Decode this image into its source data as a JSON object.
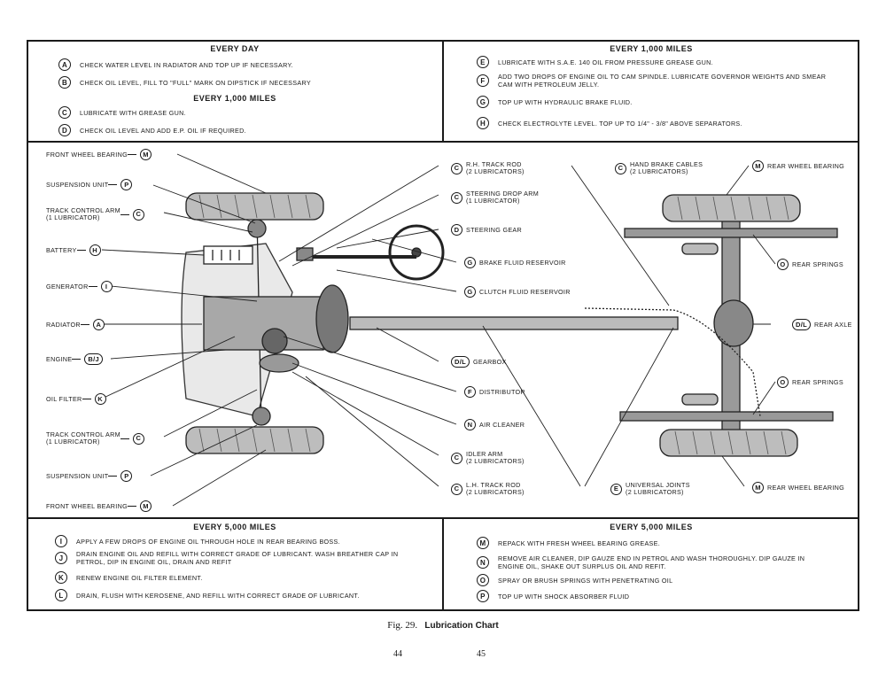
{
  "top_left": {
    "title1": "EVERY DAY",
    "items1": [
      {
        "letter": "A",
        "text": "CHECK WATER LEVEL IN RADIATOR AND TOP UP IF NECESSARY."
      },
      {
        "letter": "B",
        "text": "CHECK OIL LEVEL, FILL TO \"FULL\" MARK ON DIPSTICK  IF NECESSARY"
      }
    ],
    "title2": "EVERY 1,000 MILES",
    "items2": [
      {
        "letter": "C",
        "text": "LUBRICATE WITH GREASE GUN."
      },
      {
        "letter": "D",
        "text": "CHECK OIL LEVEL AND ADD E.P. OIL IF REQUIRED."
      }
    ]
  },
  "top_right": {
    "title": "EVERY 1,000 MILES",
    "items": [
      {
        "letter": "E",
        "text": "LUBRICATE WITH S.A.E. 140 OIL FROM PRESSURE GREASE GUN."
      },
      {
        "letter": "F",
        "text": "ADD TWO DROPS OF ENGINE OIL TO CAM SPINDLE. LUBRICATE GOVERNOR WEIGHTS AND SMEAR\nCAM WITH  PETROLEUM JELLY."
      },
      {
        "letter": "G",
        "text": "TOP UP WITH HYDRAULIC BRAKE FLUID."
      },
      {
        "letter": "H",
        "text": "CHECK  ELECTROLYTE LEVEL. TOP UP TO 1/4\" - 3/8\" ABOVE SEPARATORS."
      }
    ]
  },
  "bottom_left": {
    "title": "EVERY 5,000 MILES",
    "items": [
      {
        "letter": "I",
        "text": "APPLY A FEW DROPS OF ENGINE OIL THROUGH HOLE IN  REAR BEARING BOSS."
      },
      {
        "letter": "J",
        "text": "DRAIN ENGINE OIL AND REFILL WITH CORRECT GRADE OF LUBRICANT.  WASH BREATHER CAP IN\nPETROL, DIP IN ENGINE OIL, DRAIN AND REFIT"
      },
      {
        "letter": "K",
        "text": "RENEW ENGINE OIL FILTER ELEMENT."
      },
      {
        "letter": "L",
        "text": "DRAIN, FLUSH WITH KEROSENE, AND REFILL WITH CORRECT GRADE OF LUBRICANT."
      }
    ]
  },
  "bottom_right": {
    "title": "EVERY 5,000 MILES",
    "items": [
      {
        "letter": "M",
        "text": "REPACK WITH FRESH WHEEL BEARING  GREASE."
      },
      {
        "letter": "N",
        "text": "REMOVE AIR CLEANER, DIP GAUZE END IN PETROL AND  WASH THOROUGHLY.  DIP GAUZE IN\nENGINE OIL, SHAKE  OUT SURPLUS OIL AND REFIT."
      },
      {
        "letter": "O",
        "text": "SPRAY OR BRUSH SPRINGS WITH PENETRATING OIL"
      },
      {
        "letter": "P",
        "text": "TOP UP WITH SHOCK ABSORBER FLUID"
      }
    ]
  },
  "diagram": {
    "left_callouts": [
      {
        "text": "FRONT WHEEL BEARING",
        "letter": "M"
      },
      {
        "text": "SUSPENSION UNIT",
        "letter": "P"
      },
      {
        "text": "TRACK CONTROL ARM\n(1 LUBRICATOR)",
        "letter": "C"
      },
      {
        "text": "BATTERY",
        "letter": "H"
      },
      {
        "text": "GENERATOR",
        "letter": "I"
      },
      {
        "text": "RADIATOR",
        "letter": "A"
      },
      {
        "text": "ENGINE",
        "letter": "B/J"
      },
      {
        "text": "OIL FILTER",
        "letter": "K"
      },
      {
        "text": "TRACK CONTROL ARM\n(1 LUBRICATOR)",
        "letter": "C"
      },
      {
        "text": "SUSPENSION UNIT",
        "letter": "P"
      },
      {
        "text": "FRONT WHEEL BEARING",
        "letter": "M"
      }
    ],
    "mid_callouts": [
      {
        "letter": "C",
        "text": "R.H. TRACK ROD\n(2 LUBRICATORS)"
      },
      {
        "letter": "C",
        "text": "STEERING DROP ARM\n(1 LUBRICATOR)"
      },
      {
        "letter": "D",
        "text": "STEERING GEAR"
      },
      {
        "letter": "G",
        "text": "BRAKE FLUID RESERVOIR"
      },
      {
        "letter": "G",
        "text": "CLUTCH FLUID RESERVOIR"
      },
      {
        "letter": "D/L",
        "text": "GEARBOX"
      },
      {
        "letter": "F",
        "text": "DISTRIBUTOR"
      },
      {
        "letter": "N",
        "text": "AIR CLEANER"
      },
      {
        "letter": "C",
        "text": "IDLER ARM\n(2 LUBRICATORS)"
      },
      {
        "letter": "C",
        "text": "L.H. TRACK ROD\n(2 LUBRICATORS)"
      }
    ],
    "right_callouts": [
      {
        "letter": "C",
        "text": "HAND BRAKE CABLES\n(2 LUBRICATORS)"
      },
      {
        "letter": "M",
        "text": "REAR WHEEL BEARING"
      },
      {
        "letter": "O",
        "text": "REAR SPRINGS"
      },
      {
        "letter": "D/L",
        "text": "REAR AXLE"
      },
      {
        "letter": "O",
        "text": "REAR SPRINGS"
      },
      {
        "letter": "E",
        "text": "UNIVERSAL JOINTS\n(2 LUBRICATORS)"
      },
      {
        "letter": "M",
        "text": "REAR WHEEL BEARING"
      }
    ]
  },
  "caption": {
    "fig": "Fig. 29.",
    "title": "Lubrication Chart"
  },
  "pages": {
    "left": "44",
    "right": "45"
  }
}
